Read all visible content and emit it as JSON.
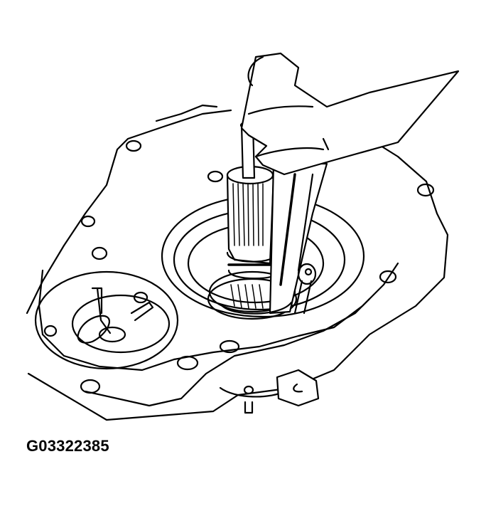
{
  "figure": {
    "title": "Transmission case snap ring removal illustration",
    "subject": "Hand holding snap ring pliers on splined shaft inside transmission case",
    "style": "black line art on white",
    "colors": {
      "line": "#000000",
      "background": "#ffffff"
    }
  },
  "label": {
    "figure_id": "G03322385"
  }
}
